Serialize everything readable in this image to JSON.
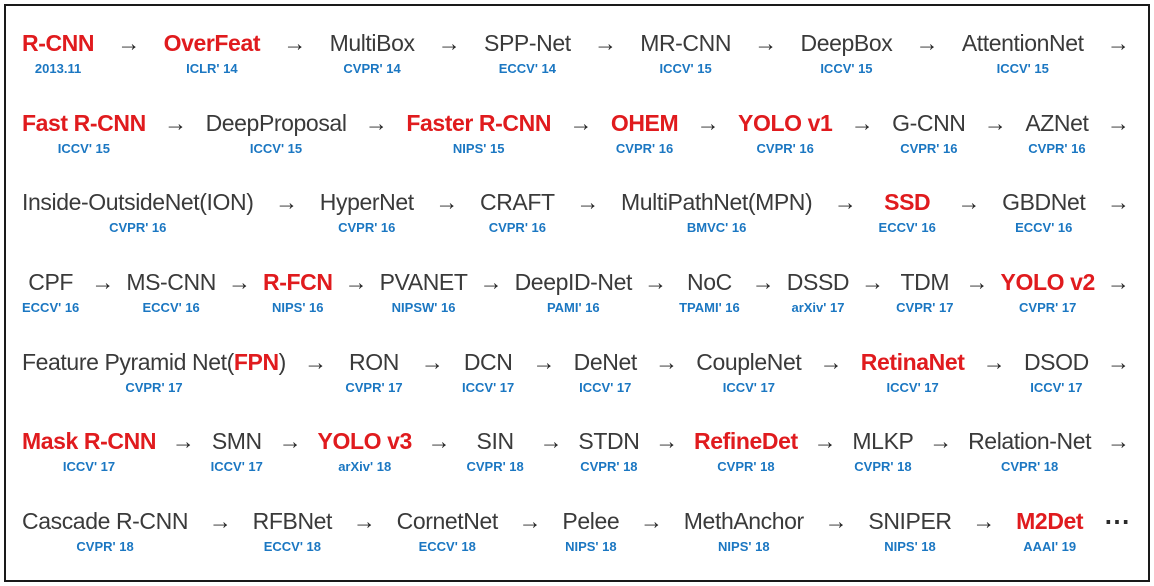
{
  "colors": {
    "red": "#e01b1e",
    "blue": "#1b77c2",
    "black": "#3a3a3a",
    "border": "#1a1a1a",
    "background": "#ffffff"
  },
  "symbols": {
    "arrow": "→",
    "ellipsis": "⋯"
  },
  "diagram": {
    "rows": [
      {
        "trailing": "arrow",
        "items": [
          {
            "name": "R-CNN",
            "venue": "2013.11",
            "red": true
          },
          {
            "name": "OverFeat",
            "venue": "ICLR' 14",
            "red": true
          },
          {
            "name": "MultiBox",
            "venue": "CVPR' 14",
            "red": false
          },
          {
            "name": "SPP-Net",
            "venue": "ECCV' 14",
            "red": false
          },
          {
            "name": "MR-CNN",
            "venue": "ICCV' 15",
            "red": false
          },
          {
            "name": "DeepBox",
            "venue": "ICCV' 15",
            "red": false
          },
          {
            "name": "AttentionNet",
            "venue": "ICCV' 15",
            "red": false
          }
        ]
      },
      {
        "trailing": "arrow",
        "items": [
          {
            "name": "Fast R-CNN",
            "venue": "ICCV' 15",
            "red": true
          },
          {
            "name": "DeepProposal",
            "venue": "ICCV' 15",
            "red": false
          },
          {
            "name": "Faster R-CNN",
            "venue": "NIPS' 15",
            "red": true
          },
          {
            "name": "OHEM",
            "venue": "CVPR' 16",
            "red": true
          },
          {
            "name": "YOLO v1",
            "venue": "CVPR' 16",
            "red": true
          },
          {
            "name": "G-CNN",
            "venue": "CVPR' 16",
            "red": false
          },
          {
            "name": "AZNet",
            "venue": "CVPR' 16",
            "red": false
          }
        ]
      },
      {
        "trailing": "arrow",
        "items": [
          {
            "name": "Inside-OutsideNet(ION)",
            "venue": "CVPR' 16",
            "red": false
          },
          {
            "name": "HyperNet",
            "venue": "CVPR' 16",
            "red": false
          },
          {
            "name": "CRAFT",
            "venue": "CVPR' 16",
            "red": false
          },
          {
            "name": "MultiPathNet(MPN)",
            "venue": "BMVC' 16",
            "red": false
          },
          {
            "name": "SSD",
            "venue": "ECCV' 16",
            "red": true
          },
          {
            "name": "GBDNet",
            "venue": "ECCV' 16",
            "red": false
          }
        ]
      },
      {
        "trailing": "arrow",
        "items": [
          {
            "name": "CPF",
            "venue": "ECCV' 16",
            "red": false
          },
          {
            "name": "MS-CNN",
            "venue": "ECCV' 16",
            "red": false
          },
          {
            "name": "R-FCN",
            "venue": "NIPS' 16",
            "red": true
          },
          {
            "name": "PVANET",
            "venue": "NIPSW' 16",
            "red": false
          },
          {
            "name": "DeepID-Net",
            "venue": "PAMI' 16",
            "red": false
          },
          {
            "name": "NoC",
            "venue": "TPAMI' 16",
            "red": false
          },
          {
            "name": "DSSD",
            "venue": "arXiv' 17",
            "red": false
          },
          {
            "name": "TDM",
            "venue": "CVPR' 17",
            "red": false
          },
          {
            "name": "YOLO v2",
            "venue": "CVPR' 17",
            "red": true
          }
        ]
      },
      {
        "trailing": "arrow",
        "items": [
          {
            "name": "Feature Pyramid Net(FPN)",
            "venue": "CVPR' 17",
            "red": false,
            "parts": [
              {
                "text": "Feature Pyramid Net(",
                "red": false
              },
              {
                "text": "FPN",
                "red": true
              },
              {
                "text": ")",
                "red": false
              }
            ]
          },
          {
            "name": "RON",
            "venue": "CVPR' 17",
            "red": false
          },
          {
            "name": "DCN",
            "venue": "ICCV' 17",
            "red": false
          },
          {
            "name": "DeNet",
            "venue": "ICCV' 17",
            "red": false
          },
          {
            "name": "CoupleNet",
            "venue": "ICCV' 17",
            "red": false
          },
          {
            "name": "RetinaNet",
            "venue": "ICCV' 17",
            "red": true
          },
          {
            "name": "DSOD",
            "venue": "ICCV' 17",
            "red": false
          }
        ]
      },
      {
        "trailing": "arrow",
        "items": [
          {
            "name": "Mask R-CNN",
            "venue": "ICCV' 17",
            "red": true
          },
          {
            "name": "SMN",
            "venue": "ICCV' 17",
            "red": false
          },
          {
            "name": "YOLO v3",
            "venue": "arXiv' 18",
            "red": true
          },
          {
            "name": "SIN",
            "venue": "CVPR' 18",
            "red": false
          },
          {
            "name": "STDN",
            "venue": "CVPR' 18",
            "red": false
          },
          {
            "name": "RefineDet",
            "venue": "CVPR' 18",
            "red": true
          },
          {
            "name": "MLKP",
            "venue": "CVPR' 18",
            "red": false
          },
          {
            "name": "Relation-Net",
            "venue": "CVPR' 18",
            "red": false
          }
        ]
      },
      {
        "trailing": "ellipsis",
        "items": [
          {
            "name": "Cascade R-CNN",
            "venue": "CVPR' 18",
            "red": false
          },
          {
            "name": "RFBNet",
            "venue": "ECCV' 18",
            "red": false
          },
          {
            "name": "CornetNet",
            "venue": "ECCV' 18",
            "red": false
          },
          {
            "name": "Pelee",
            "venue": "NIPS' 18",
            "red": false
          },
          {
            "name": "MethAnchor",
            "venue": "NIPS' 18",
            "red": false
          },
          {
            "name": "SNIPER",
            "venue": "NIPS' 18",
            "red": false
          },
          {
            "name": "M2Det",
            "venue": "AAAI' 19",
            "red": true
          }
        ]
      }
    ]
  }
}
